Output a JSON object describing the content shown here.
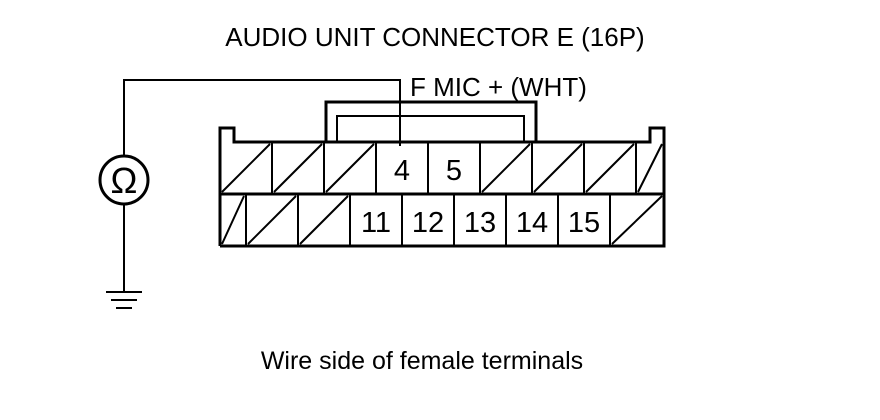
{
  "title": "AUDIO UNIT CONNECTOR E (16P)",
  "wire_label": "F MIC + (WHT)",
  "caption": "Wire side of female terminals",
  "meter_symbol": "Ω",
  "connector": {
    "top_row": [
      "",
      "",
      "",
      "4",
      "5",
      "",
      "",
      "",
      ""
    ],
    "bottom_row": [
      "",
      "",
      "",
      "11",
      "12",
      "13",
      "14",
      "15",
      ""
    ]
  },
  "colors": {
    "line": "#000000",
    "background": "#ffffff"
  }
}
